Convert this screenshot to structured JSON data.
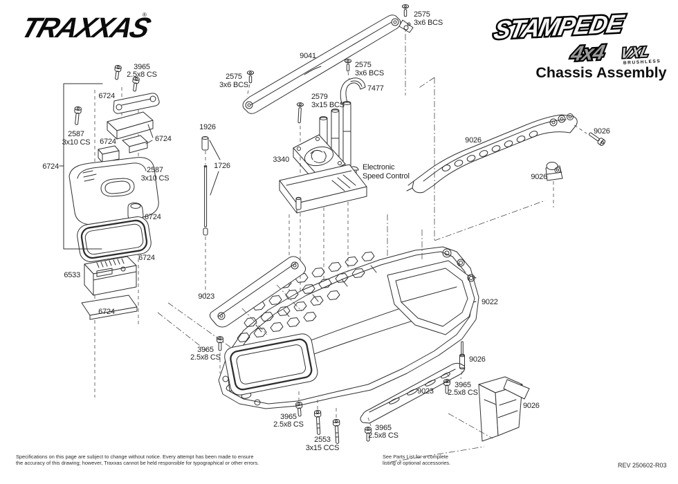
{
  "header": {
    "brand_logo": "TRAXXAS",
    "brand_reg": "®",
    "model_logo": "STAMPEDE",
    "model_4x4": "4x4",
    "model_vxl": "VXL",
    "model_badge": "BRUSHLESS",
    "page_title": "Chassis Assembly"
  },
  "parts": {
    "p1726": "1726",
    "p1926": "1926",
    "p2553": "2553",
    "s2553": "3x15 CCS",
    "p2575": "2575",
    "s2575": "3x6 BCS",
    "p2579": "2579",
    "s2579": "3x15 BCS",
    "p2587": "2587",
    "s2587": "3x10 CS",
    "p3340": "3340",
    "p3965": "3965",
    "s3965": "2.5x8 CS",
    "p6533": "6533",
    "p6724": "6724",
    "p7477": "7477",
    "p9022": "9022",
    "p9023": "9023",
    "p9026": "9026",
    "p9041": "9041",
    "esc_line1": "Electronic",
    "esc_line2": "Speed Control"
  },
  "footer": {
    "disclaimer1": "Specifications on this page are subject to change without notice.  Every attempt has been made to ensure",
    "disclaimer2": "the accuracy of this drawing; however, Traxxas cannot be held responsible for typographical or other errors.",
    "parts_note1": "See Parts List for a complete",
    "parts_note2": "listing of optional accessories.",
    "revision": "REV 250602-R03"
  },
  "colors": {
    "ink": "#231f20",
    "background": "#ffffff"
  }
}
